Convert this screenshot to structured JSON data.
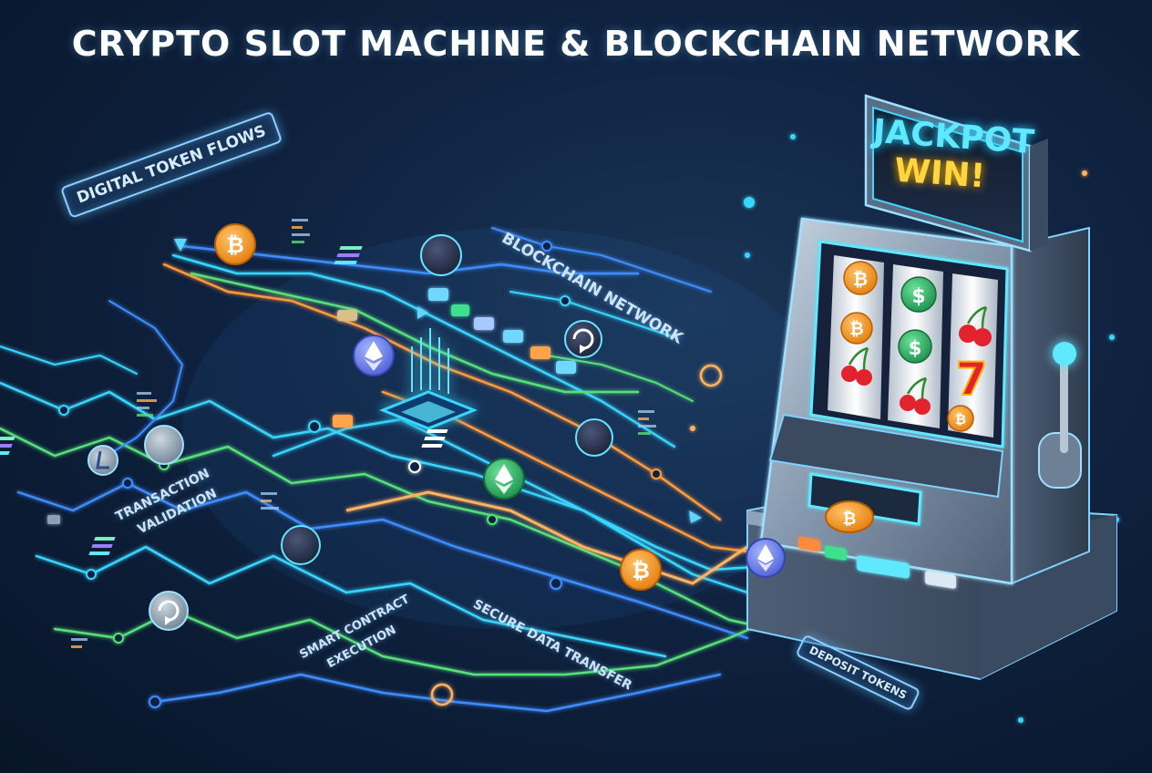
{
  "title": "CRYPTO SLOT MACHINE & BLOCKCHAIN NETWORK",
  "labels": {
    "digital_token_flows": "DIGITAL TOKEN FLOWS",
    "blockchain_network": "BLOCKCHAIN NETWORK",
    "transaction_validation_1": "TRANSACTION",
    "transaction_validation_2": "VALIDATION",
    "smart_contract_1": "SMART CONTRACT",
    "smart_contract_2": "EXECUTION",
    "secure_data_transfer": "SECURE DATA TRANSFER",
    "deposit_tokens": "DEPOSIT TOKENS"
  },
  "jackpot": {
    "line1": "JACKPOT",
    "line2": "WIN!"
  },
  "colors": {
    "cyan": "#39d6ff",
    "blue": "#3e8dff",
    "green": "#56e07a",
    "orange": "#ff9a3c",
    "bitcoin": "#f7931a",
    "ethereum": "#6b7df2",
    "solana": "#2a3350",
    "cherry": "#e2232e",
    "dollar": "#2fae4a"
  },
  "icons": {
    "bitcoin": "bitcoin-coin-icon",
    "ethereum": "ethereum-coin-icon",
    "solana": "solana-coin-icon",
    "litecoin": "litecoin-coin-icon",
    "cherry": "cherry-icon",
    "dollar": "dollar-coin-icon",
    "seven": "lucky-seven-icon",
    "arrow": "flow-arrow-icon",
    "lever": "slot-lever-icon",
    "chip": "processor-chip-icon"
  },
  "reel_symbols": {
    "seven": "7",
    "dollar": "$",
    "bitcoin": "₿"
  }
}
